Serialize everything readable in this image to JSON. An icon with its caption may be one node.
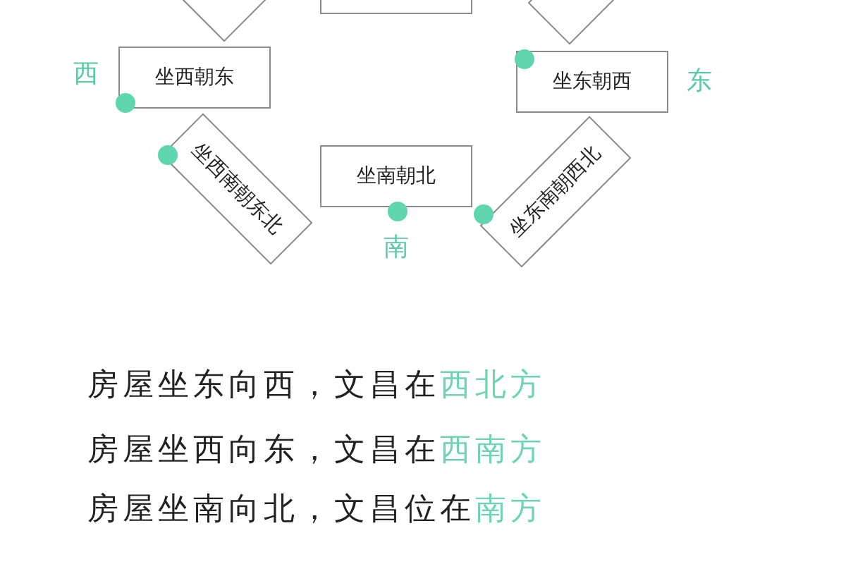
{
  "diagram": {
    "nodes": [
      {
        "text": [],
        "shape": "box"
      },
      {
        "text": [],
        "shape": "box"
      },
      {
        "text": [],
        "shape": "box"
      },
      {
        "text": [
          "坐西朝东"
        ]
      },
      {
        "text": [
          "坐东朝西"
        ]
      },
      {
        "text": [
          "坐西南朝东北"
        ]
      },
      {
        "text": [
          "坐南朝北"
        ]
      },
      {
        "text": [
          "坐东南朝西北"
        ]
      }
    ],
    "labels": [
      "西",
      "东",
      "南",
      "房屋坐东向西，文昌在",
      "西北方",
      "房屋坐西向东，文昌在",
      "西南方",
      "房屋坐南向北，文昌位在",
      "南方"
    ]
  }
}
